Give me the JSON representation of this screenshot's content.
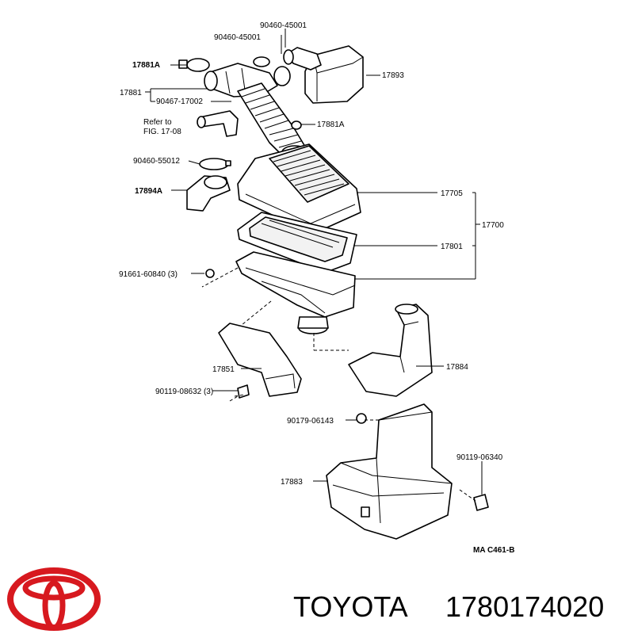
{
  "labels": {
    "p90460_45001_top": "90460-45001",
    "p90460_45001_mid": "90460-45001",
    "p17881A_top": "17881A",
    "p17893": "17893",
    "p17881": "17881",
    "p90467_17002": "90467-17002",
    "refer_line1": "Refer to",
    "refer_line2": "FIG. 17-08",
    "p17881A_mid": "17881A",
    "p90460_55012": "90460-55012",
    "p17894A": "17894A",
    "p17705": "17705",
    "p17700": "17700",
    "p17801": "17801",
    "p91661_60840": "91661-60840 (3)",
    "p17884": "17884",
    "p17851": "17851",
    "p90119_08632": "90119-08632 (3)",
    "p90179_06143": "90179-06143",
    "p90119_06340": "90119-06340",
    "p17883": "17883",
    "diagram_code": "MA C461-B"
  },
  "footer": {
    "brand": "TOYOTA",
    "part_number": "1780174020",
    "logo_color": "#d7191f"
  }
}
